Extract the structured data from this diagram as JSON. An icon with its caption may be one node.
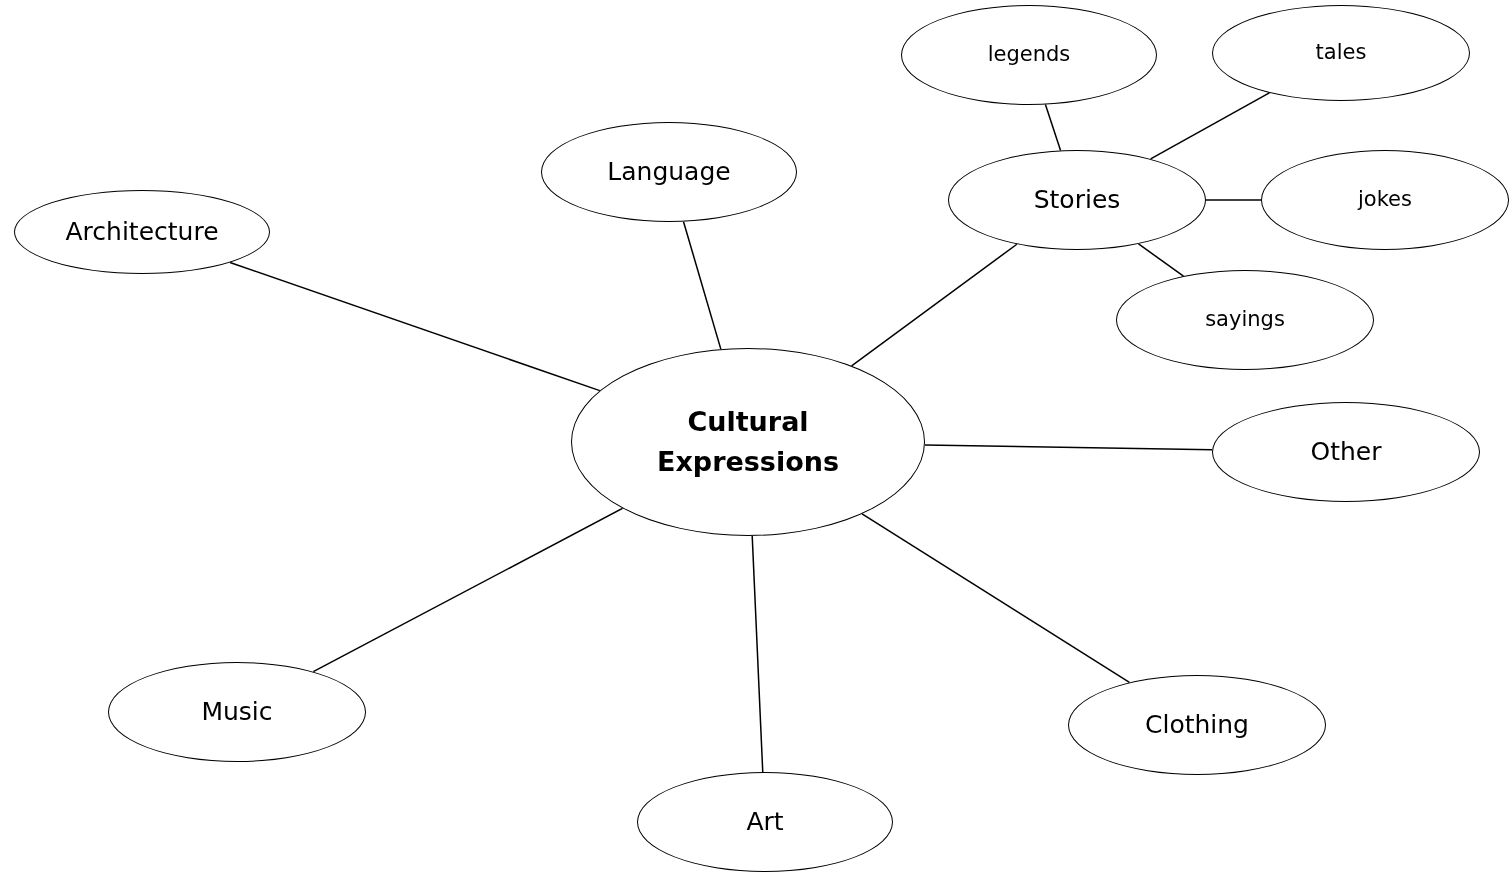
{
  "diagram": {
    "nodes": [
      {
        "text": [
          "legends"
        ]
      },
      {
        "text": [
          "tales"
        ]
      },
      {
        "text": [
          "Language"
        ]
      },
      {
        "text": [
          "Stories"
        ]
      },
      {
        "text": [
          "jokes"
        ]
      },
      {
        "text": [
          "Architecture"
        ]
      },
      {
        "text": [
          "sayings"
        ]
      },
      {
        "text": [
          "Cultural Expressions"
        ]
      },
      {
        "text": [
          "Other"
        ]
      },
      {
        "text": [
          "Music"
        ]
      },
      {
        "text": [
          "Clothing"
        ]
      },
      {
        "text": [
          "Art"
        ]
      }
    ],
    "edges": [
      {
        "from": 7,
        "to": 5,
        "arrow": "none"
      },
      {
        "from": 7,
        "to": 2,
        "arrow": "none"
      },
      {
        "from": 7,
        "to": 3,
        "arrow": "none"
      },
      {
        "from": 7,
        "to": 8,
        "arrow": "none"
      },
      {
        "from": 7,
        "to": 10,
        "arrow": "none"
      },
      {
        "from": 7,
        "to": 11,
        "arrow": "none"
      },
      {
        "from": 7,
        "to": 9,
        "arrow": "none"
      },
      {
        "from": 3,
        "to": 0,
        "arrow": "none"
      },
      {
        "from": 3,
        "to": 1,
        "arrow": "none"
      },
      {
        "from": 3,
        "to": 4,
        "arrow": "none"
      },
      {
        "from": 3,
        "to": 6,
        "arrow": "none"
      }
    ]
  }
}
